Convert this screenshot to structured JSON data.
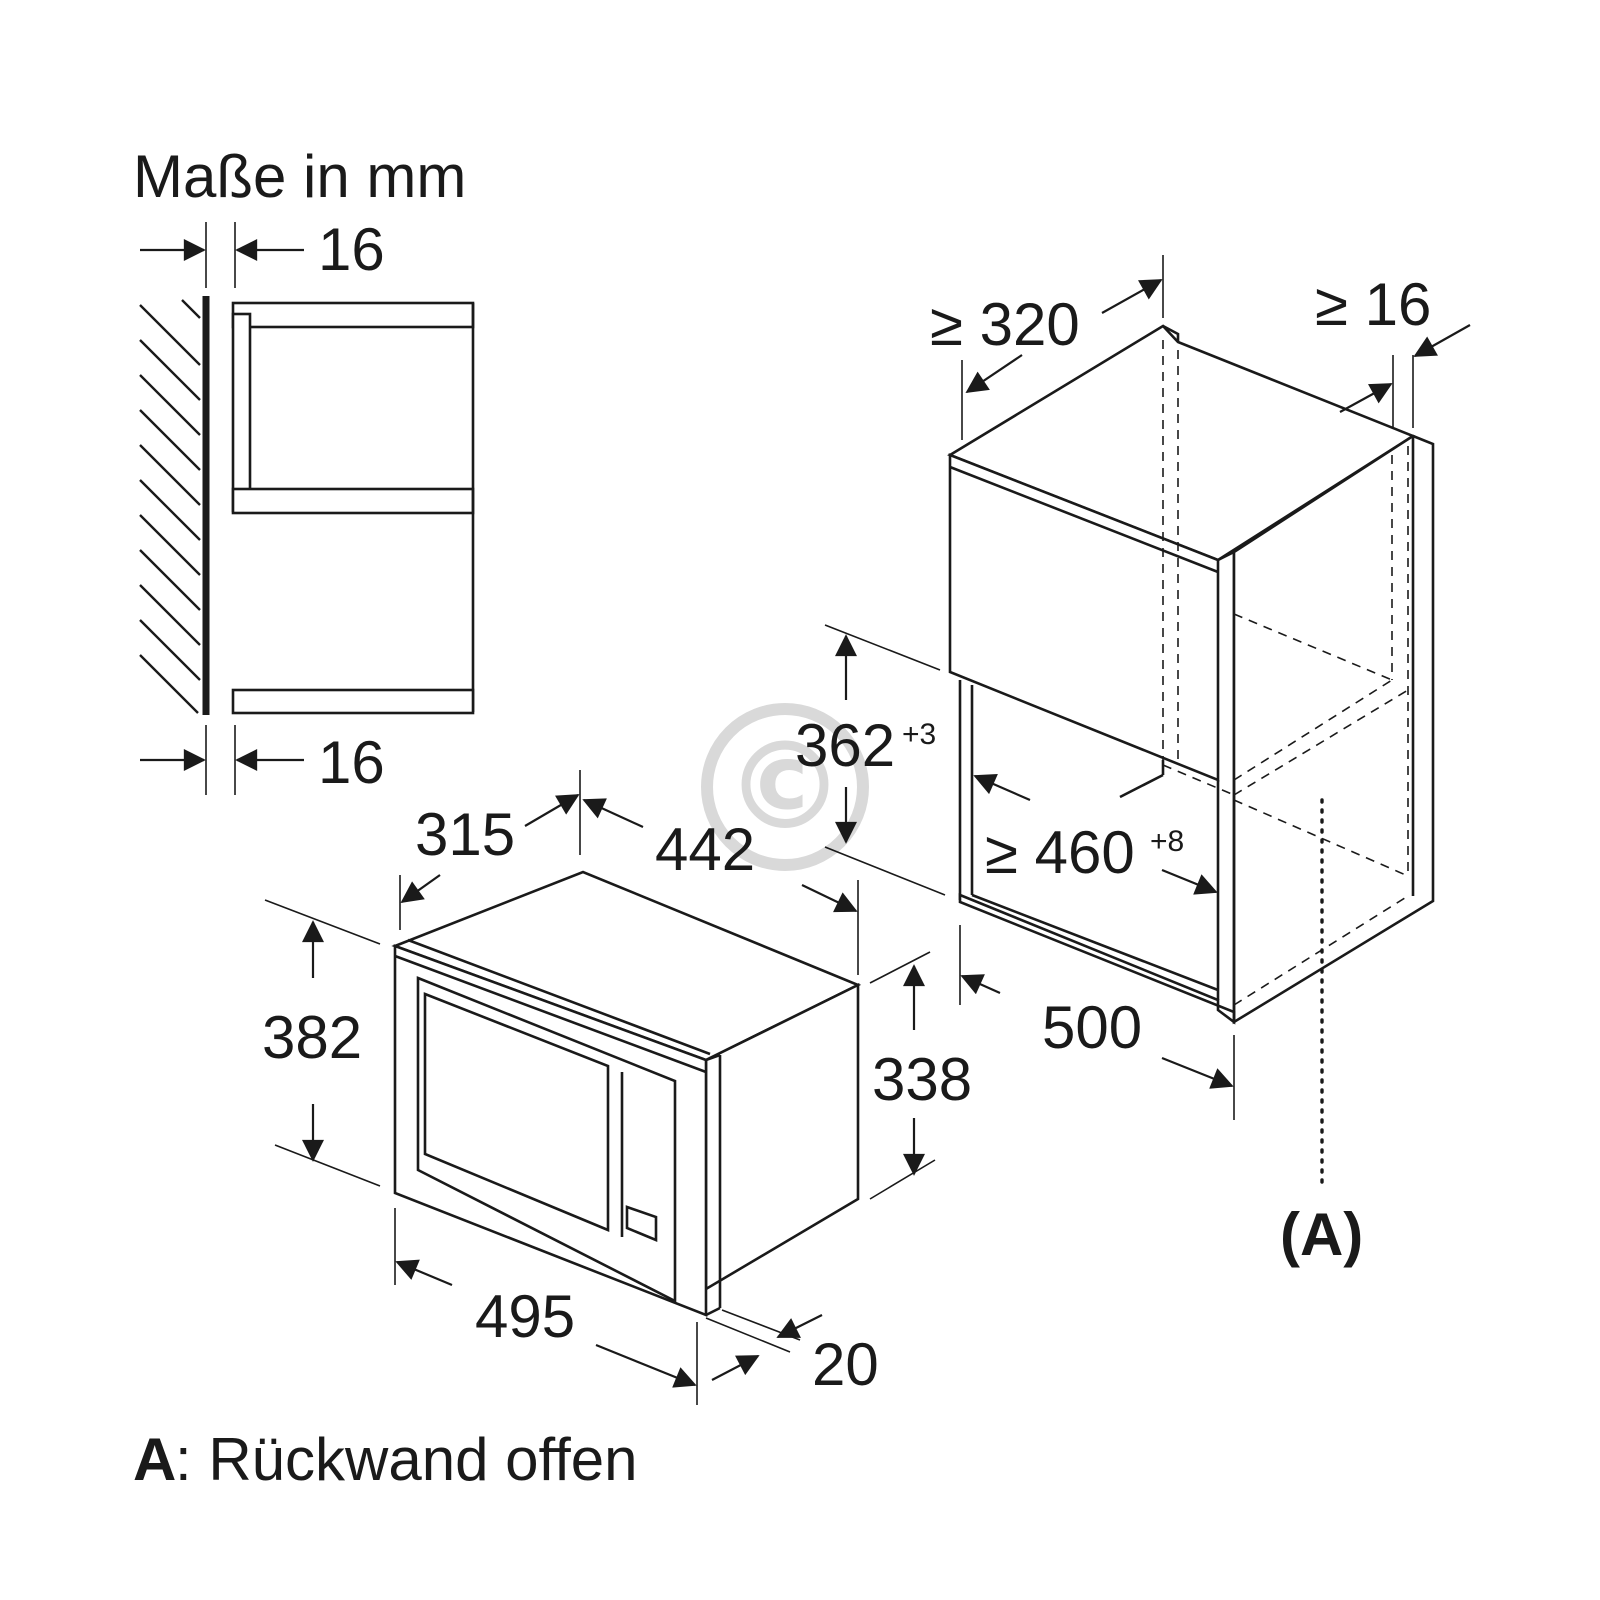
{
  "header": {
    "units": "Maße in mm"
  },
  "side_view": {
    "top_label": "16",
    "bottom_label": "16"
  },
  "appliance": {
    "depth": "315",
    "width_back": "442",
    "height_front": "382",
    "height_back": "338",
    "width_front": "495",
    "frame_depth": "20"
  },
  "cabinet": {
    "depth_min": "≥ 320",
    "panel_min": "≥ 16",
    "opening_height": "362",
    "opening_height_tol": "+3",
    "opening_width": "≥ 460",
    "opening_width_tol": "+8",
    "depth": "500",
    "rear_marker": "(A)"
  },
  "legend": {
    "key": "A",
    "text": ": Rückwand offen"
  },
  "watermark": {
    "symbol": "©"
  }
}
